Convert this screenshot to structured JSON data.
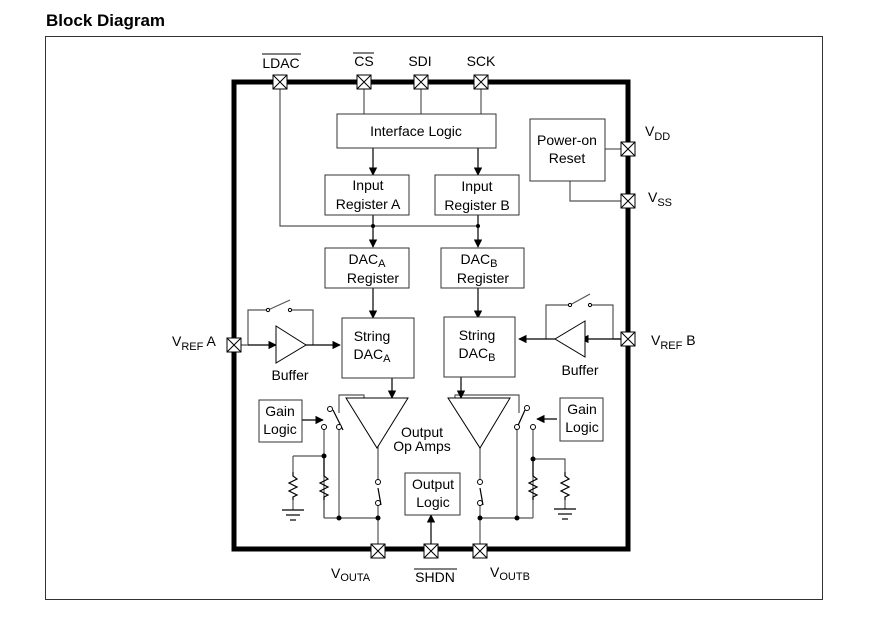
{
  "title": "Block Diagram",
  "pins": {
    "ldac": "LDAC",
    "cs": "CS",
    "sdi": "SDI",
    "sck": "SCK",
    "vdd": {
      "main": "V",
      "sub": "DD"
    },
    "vss": {
      "main": "V",
      "sub": "SS"
    },
    "vref_a": {
      "main": "V",
      "sub": "REF",
      "suffix": " A"
    },
    "vref_b": {
      "main": "V",
      "sub": "REF",
      "suffix": " B"
    },
    "vouta": {
      "main": "V",
      "sub": "OUTA"
    },
    "shdn": "SHDN",
    "voutb": {
      "main": "V",
      "sub": "OUTB"
    }
  },
  "blocks": {
    "interface_logic": "Interface Logic",
    "power_on_reset": [
      "Power-on",
      "Reset"
    ],
    "input_register_a": [
      "Input",
      "Register A"
    ],
    "input_register_b": [
      "Input",
      "Register B"
    ],
    "dac_a_register": {
      "line1_main": "DAC",
      "line1_sub": "A",
      "line2": "Register"
    },
    "dac_b_register": {
      "line1_main": "DAC",
      "line1_sub": "B",
      "line2": "Register"
    },
    "string_dac_a": {
      "line1": "String",
      "line2_main": "DAC",
      "line2_sub": "A"
    },
    "string_dac_b": {
      "line1": "String",
      "line2_main": "DAC",
      "line2_sub": "B"
    },
    "gain_logic_a": [
      "Gain",
      "Logic"
    ],
    "gain_logic_b": [
      "Gain",
      "Logic"
    ],
    "output_logic": [
      "Output",
      "Logic"
    ]
  },
  "labels": {
    "buffer_a": "Buffer",
    "buffer_b": "Buffer",
    "output_op_amps": [
      "Output",
      "Op Amps"
    ]
  }
}
